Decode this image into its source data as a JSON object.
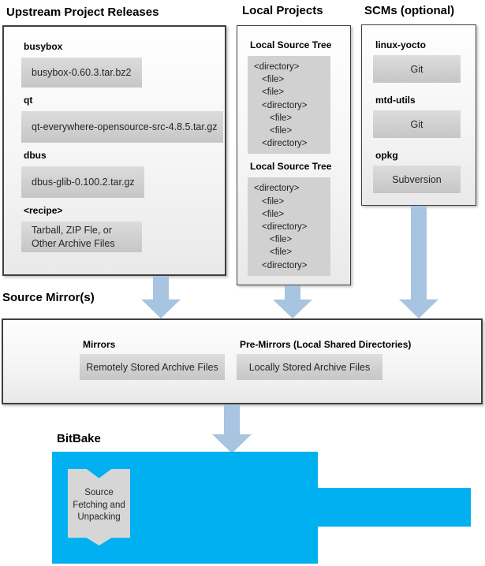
{
  "upstream": {
    "title": "Upstream Project Releases",
    "items": [
      {
        "label": "busybox",
        "file": "busybox-0.60.3.tar.bz2"
      },
      {
        "label": "qt",
        "file": "qt-everywhere-opensource-src-4.8.5.tar.gz"
      },
      {
        "label": "dbus",
        "file": "dbus-glib-0.100.2.tar.gz"
      },
      {
        "label": "<recipe>",
        "file": "Tarball, ZIP Fle, or",
        "file2": "Other Archive Files"
      }
    ]
  },
  "local_projects": {
    "title": "Local Projects",
    "trees": [
      {
        "label": "Local Source Tree",
        "lines": [
          {
            "text": "<directory>",
            "indent": 0
          },
          {
            "text": "<file>",
            "indent": 1
          },
          {
            "text": "<file>",
            "indent": 1
          },
          {
            "text": "<directory>",
            "indent": 1
          },
          {
            "text": "<file>",
            "indent": 2
          },
          {
            "text": "<file>",
            "indent": 2
          },
          {
            "text": "<directory>",
            "indent": 1
          }
        ]
      },
      {
        "label": "Local Source Tree",
        "lines": [
          {
            "text": "<directory>",
            "indent": 0
          },
          {
            "text": "<file>",
            "indent": 1
          },
          {
            "text": "<file>",
            "indent": 1
          },
          {
            "text": "<directory>",
            "indent": 1
          },
          {
            "text": "<file>",
            "indent": 2
          },
          {
            "text": "<file>",
            "indent": 2
          },
          {
            "text": "<directory>",
            "indent": 1
          }
        ]
      }
    ]
  },
  "scms": {
    "title": "SCMs (optional)",
    "items": [
      {
        "label": "linux-yocto",
        "scm": "Git"
      },
      {
        "label": "mtd-utils",
        "scm": "Git"
      },
      {
        "label": "opkg",
        "scm": "Subversion"
      }
    ]
  },
  "source_mirrors": {
    "title": "Source Mirror(s)",
    "mirrors": {
      "label": "Mirrors",
      "value": "Remotely Stored Archive Files"
    },
    "premirrors": {
      "label": "Pre-Mirrors (Local Shared Directories)",
      "value": "Locally Stored Archive Files"
    }
  },
  "bitbake": {
    "title": "BitBake",
    "step": "Source Fetching and Unpacking"
  },
  "colors": {
    "bitbake_cyan": "#00b0f0",
    "arrow_blue": "#a7c4e0",
    "item_gray": "#d1d1d1"
  }
}
